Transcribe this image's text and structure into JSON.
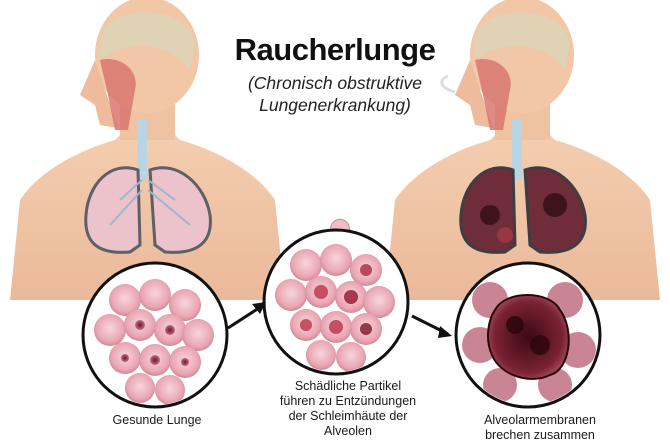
{
  "title": "Raucherlunge",
  "subtitle": {
    "line1": "(Chronisch obstruktive",
    "line2": "Lungenerkrankung)"
  },
  "captions": {
    "healthy": [
      "Gesunde Lunge"
    ],
    "inflamed": [
      "Schädliche Partikel",
      "führen zu Entzündungen",
      "der Schleimhäute der",
      "Alveolen"
    ],
    "collapsed": [
      "Alveolarmembranen",
      "brechen zusammen"
    ]
  },
  "colors": {
    "skin": "#f2c8a6",
    "skin_shadow": "#e3a98a",
    "healthy_lung": "#e8b9c3",
    "smoker_lung": "#6b2a36",
    "trachea": "#b9d4e4",
    "alveolus": "#eaa9b6",
    "inflamed": "#c0394f",
    "collapsed": "#5a1020"
  }
}
